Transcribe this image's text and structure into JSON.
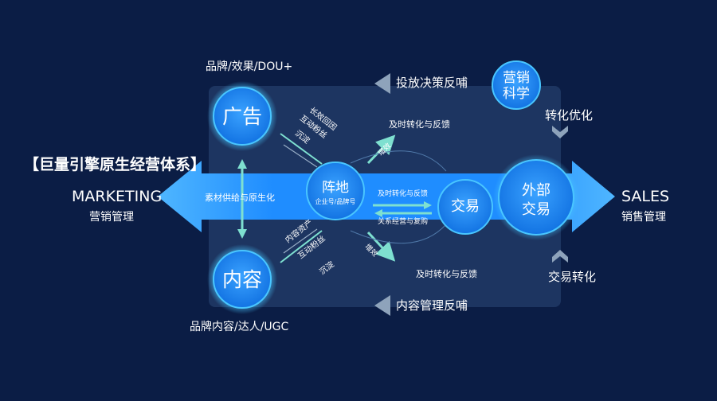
{
  "system_title": "【巨量引擎原生经营体系】",
  "left_end": {
    "title": "MARKETING",
    "subtitle": "营销管理"
  },
  "right_end": {
    "title": "SALES",
    "subtitle": "销售管理"
  },
  "nodes": {
    "ads": {
      "label": "广告",
      "caption": "品牌/效果/DOU+"
    },
    "content": {
      "label": "内容",
      "caption": "品牌内容/达人/UGC"
    },
    "base": {
      "label": "阵地",
      "sub": "企业号/品牌号"
    },
    "deal": {
      "label": "交易"
    },
    "external": {
      "label_line1": "外部",
      "label_line2": "交易"
    },
    "science": {
      "label_line1": "营销",
      "label_line2": "科学"
    }
  },
  "feedback": {
    "top": "投放决策反哺",
    "bottom": "内容管理反哺",
    "right_top": "转化优化",
    "right_bottom": "交易转化"
  },
  "flow_labels": {
    "ads_to_base": [
      "长效回因",
      "互动粉丝",
      "沉淀"
    ],
    "content_to_base": [
      "内容资产",
      "互动粉丝",
      "沉淀"
    ],
    "boost_top": "增效",
    "boost_bottom": "增效",
    "timely_top": "及时转化与反馈",
    "timely_bottom": "及时转化与反馈",
    "base_to_deal_top": "及时转化与反馈",
    "base_to_deal_bottom": "关系经营与复购",
    "materials": "素材供给与原生化"
  },
  "colors": {
    "background": "#0b1d45",
    "arrow_blue": "#1f8dff",
    "arrow_light": "#5fb7ff",
    "node_blue": "#1e88f5",
    "teal": "#7ee0d0",
    "panel": "#213a66"
  }
}
